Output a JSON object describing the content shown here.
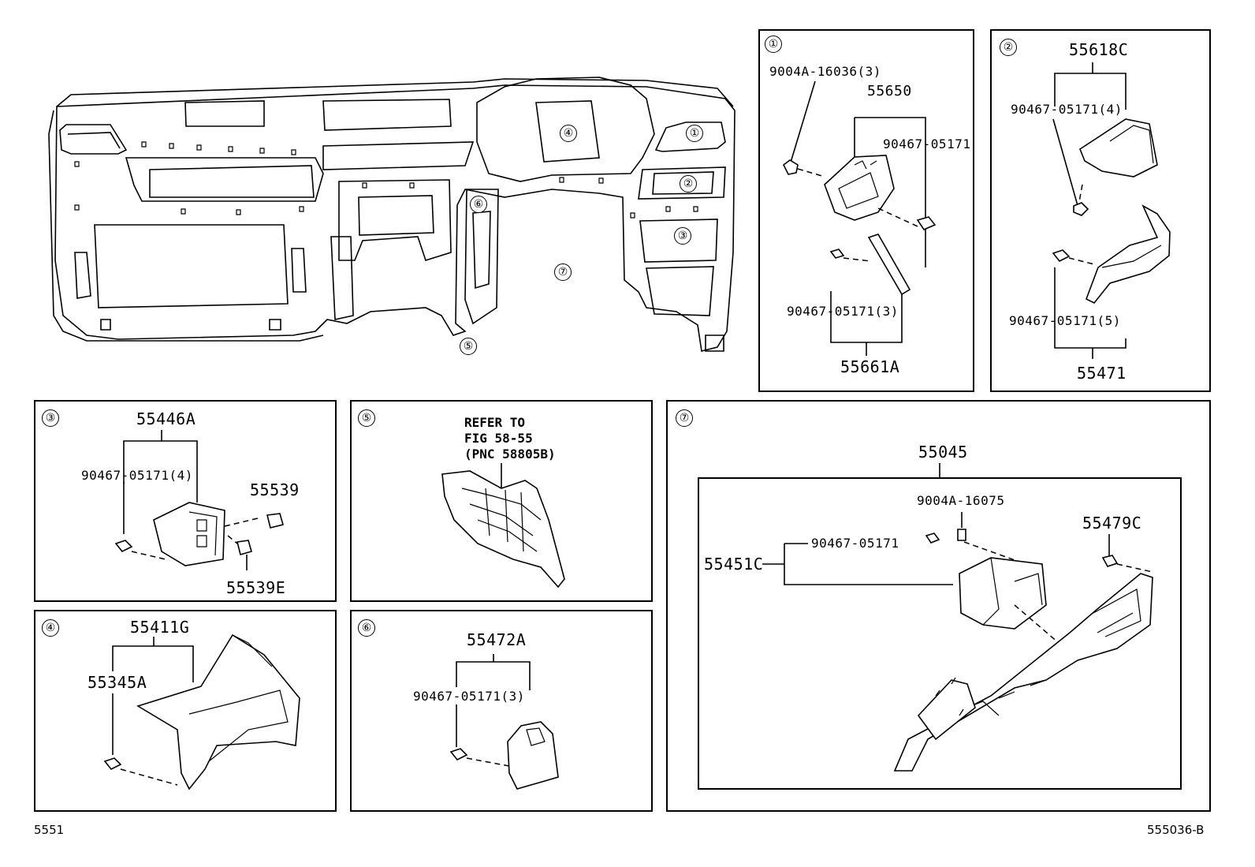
{
  "diagram": {
    "main": {
      "callouts": [
        "①",
        "②",
        "③",
        "④",
        "⑤",
        "⑥",
        "⑦"
      ]
    },
    "panel1": {
      "number": "①",
      "labels": [
        "9004A-16036(3)",
        "55650",
        "90467-05171",
        "90467-05171(3)",
        "55661A"
      ]
    },
    "panel2": {
      "number": "②",
      "labels": [
        "55618C",
        "90467-05171(4)",
        "90467-05171(5)",
        "55471"
      ]
    },
    "panel3": {
      "number": "③",
      "labels": [
        "55446A",
        "90467-05171(4)",
        "55539",
        "55539E"
      ]
    },
    "panel4": {
      "number": "④",
      "labels": [
        "55411G",
        "55345A"
      ]
    },
    "panel5": {
      "number": "⑤",
      "reference": [
        "REFER TO",
        "FIG 58-55",
        "(PNC 58805B)"
      ]
    },
    "panel6": {
      "number": "⑥",
      "labels": [
        "55472A",
        "90467-05171(3)"
      ]
    },
    "panel7": {
      "number": "⑦",
      "labels": [
        "55045",
        "9004A-16075",
        "90467-05171",
        "55451C",
        "55479C"
      ]
    },
    "footer": {
      "left": "5551",
      "right": "555036-B"
    }
  }
}
